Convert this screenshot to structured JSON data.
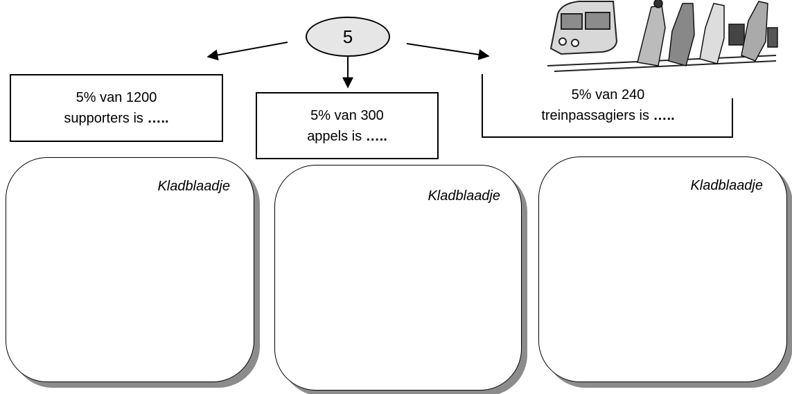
{
  "center": {
    "label": "5"
  },
  "questions": [
    {
      "line1": "5% van 1200",
      "line2": "supporters is",
      "dots": "….."
    },
    {
      "line1": "5% van 300",
      "line2": "appels is",
      "dots": "….."
    },
    {
      "line1": "5% van 240",
      "line2": "treinpassagiers is",
      "dots": "….."
    }
  ],
  "scratch_label": "Kladblaadje",
  "illustration": {
    "icon": "train-passengers-icon"
  }
}
